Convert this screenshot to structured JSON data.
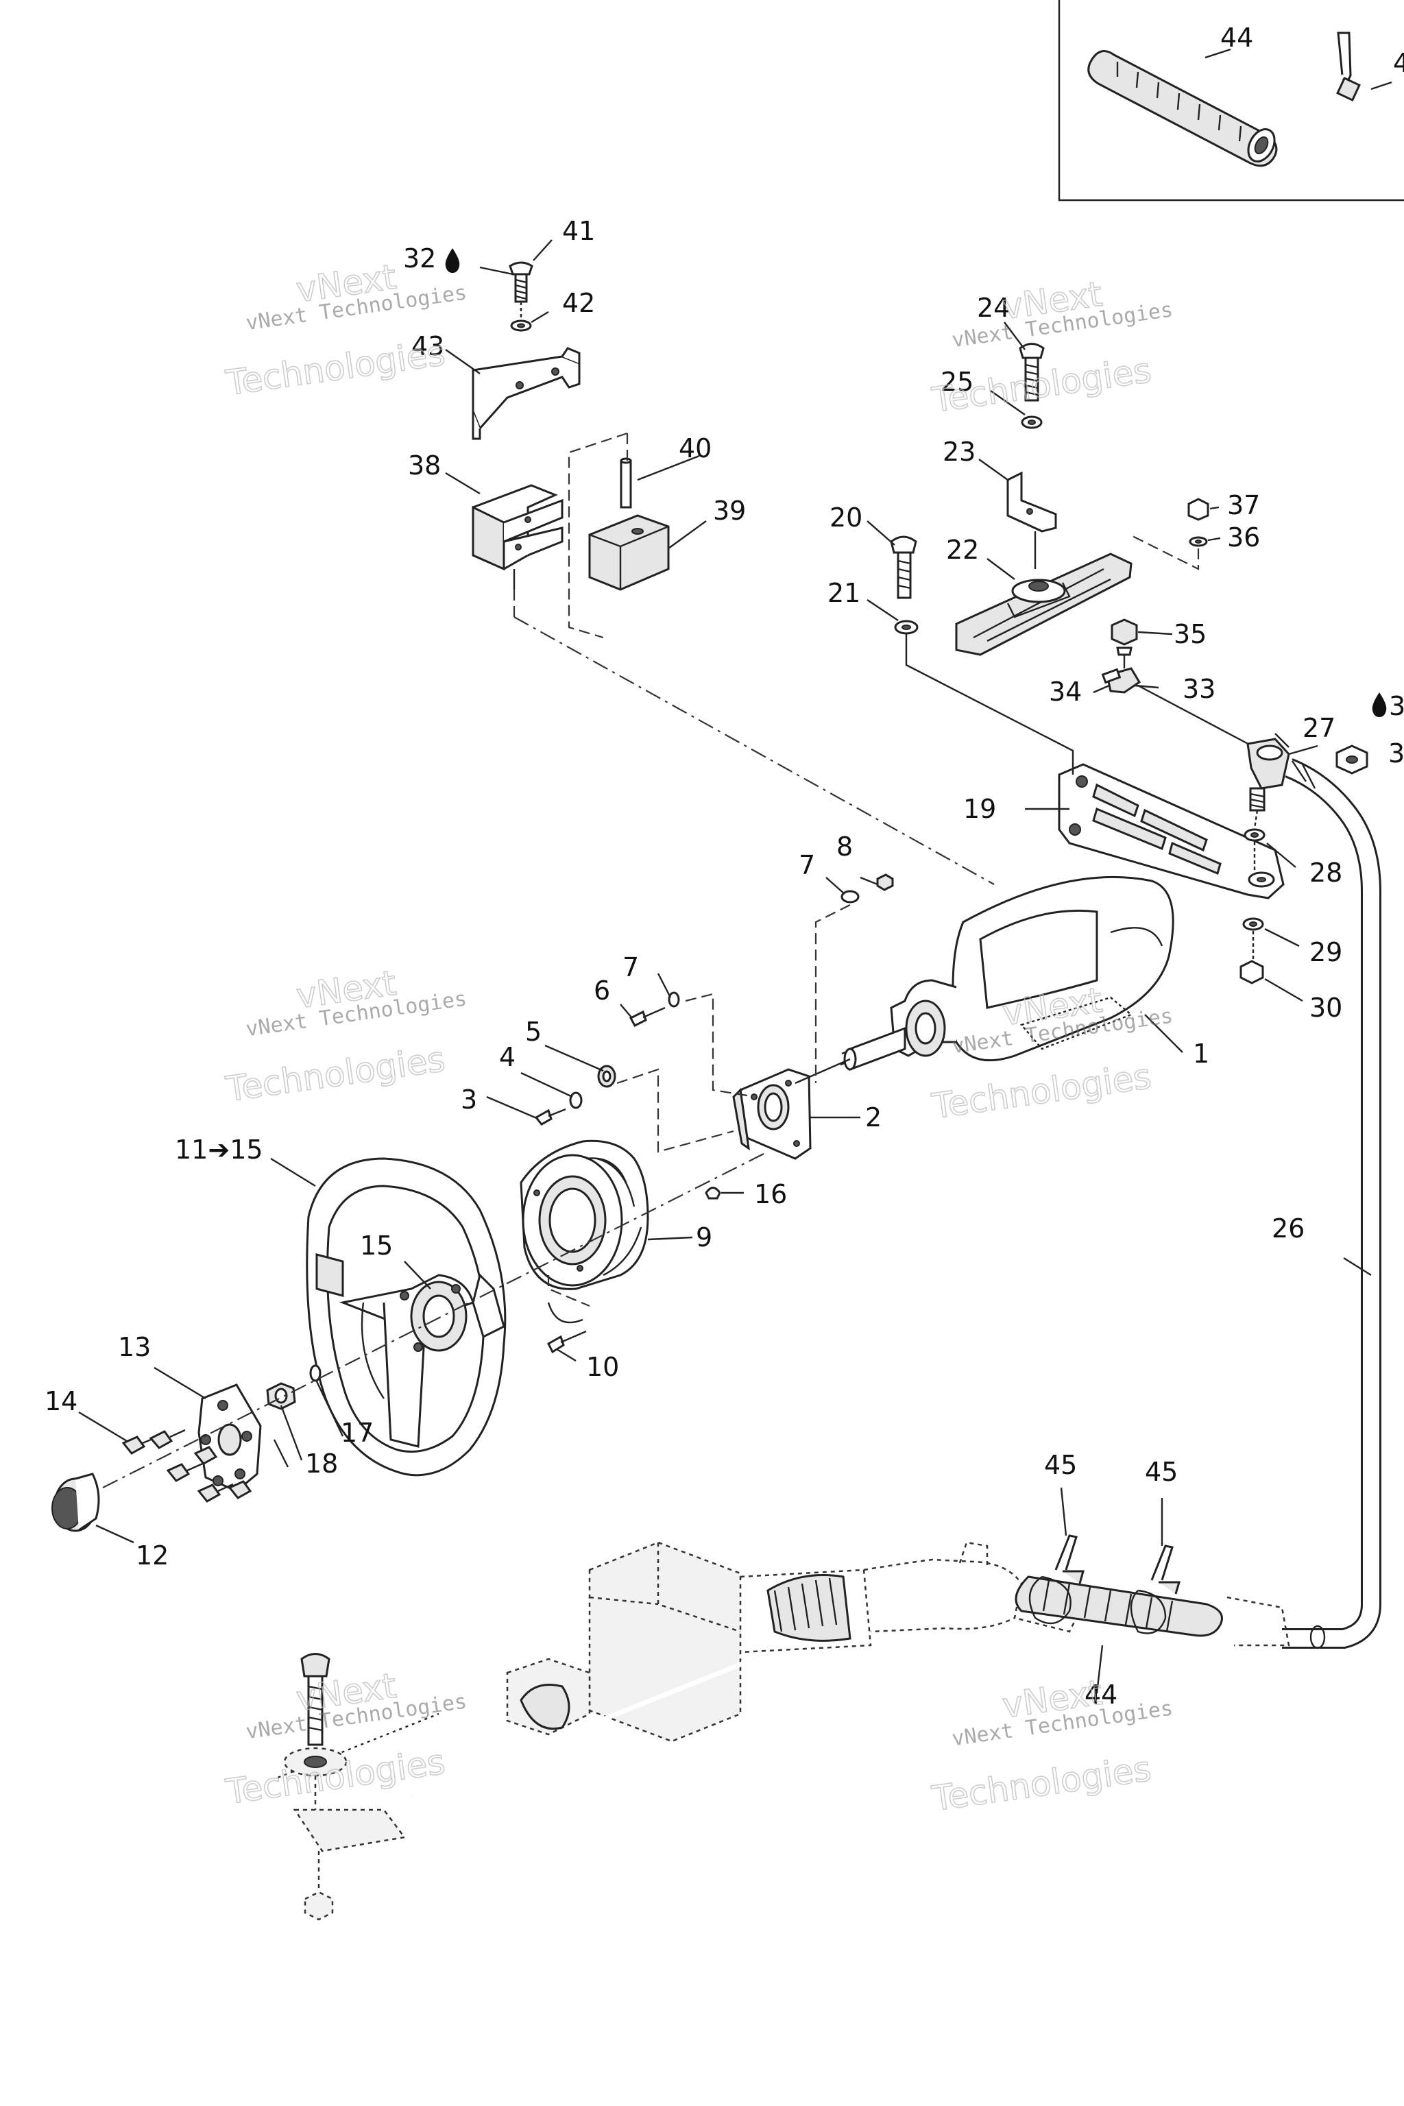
{
  "callouts": {
    "p1": "1",
    "p2": "2",
    "p3": "3",
    "p4": "4",
    "p5": "5",
    "p6": "6",
    "p7a": "7",
    "p7b": "7",
    "p8": "8",
    "p9": "9",
    "p10": "10",
    "p11_15": "11➔15",
    "p12": "12",
    "p13": "13",
    "p14": "14",
    "p15": "15",
    "p16": "16",
    "p17": "17",
    "p18": "18",
    "p19": "19",
    "p20": "20",
    "p21": "21",
    "p22": "22",
    "p23": "23",
    "p24": "24",
    "p25": "25",
    "p26": "26",
    "p27": "27",
    "p28": "28",
    "p29": "29",
    "p30": "30",
    "p31": "3",
    "p32": "32",
    "p32b": "3",
    "p33": "33",
    "p34": "34",
    "p35": "35",
    "p36": "36",
    "p37": "37",
    "p38": "38",
    "p39": "39",
    "p40": "40",
    "p41": "41",
    "p42": "42",
    "p43": "43",
    "p44a": "44",
    "p44b": "44",
    "p45a": "45",
    "p45b": "45",
    "p45c": "4"
  },
  "watermark": {
    "line1": "vNext Technologies",
    "word1": "vNext",
    "word2": "Technologies"
  },
  "colors": {
    "ink": "#222222",
    "paper": "#ffffff",
    "watermark": "#bdbdbd"
  }
}
